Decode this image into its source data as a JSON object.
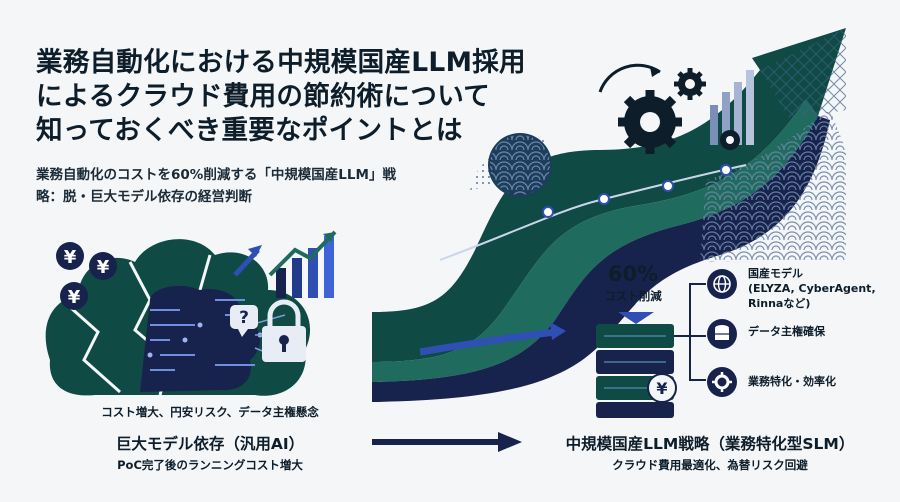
{
  "title_lines": [
    "業務自動化における中規模国産LLM採用",
    "によるクラウド費用の節約術について",
    "知っておくべき重要なポイントとは"
  ],
  "subtitle_lines": [
    "業務自動化のコストを60%削減する「中規模国産LLM」戦",
    "略：脱・巨大モデル依存の経営判断"
  ],
  "left": {
    "caption": "コスト増大、円安リスク、データ主権懸念",
    "heading": "巨大モデル依存（汎用AI）",
    "subheading": "PoC完了後のランニングコスト増大",
    "symbols": [
      "¥",
      "¥",
      "¥"
    ]
  },
  "right": {
    "percent": "60%",
    "percent_label": "コスト削減",
    "yen_symbol": "¥",
    "features": [
      {
        "line1": "国産モデル",
        "line2": "(ELYZA, CyberAgent,",
        "line3": "Rinnaなど)",
        "icon": "globe-icon"
      },
      {
        "line1": "データ主権確保",
        "icon": "database-icon"
      },
      {
        "line1": "業務特化・効率化",
        "icon": "gear-icon"
      }
    ],
    "heading": "中規模国産LLM戦略（業務特化型SLM）",
    "subheading": "クラウド費用最適化、為替リスク回避"
  },
  "colors": {
    "dark_green": "#0f4a45",
    "mid_green": "#1f6b5e",
    "navy": "#17234d",
    "blue": "#2f4fb5",
    "text": "#0d1d2a",
    "background": "#f4f6f8"
  }
}
